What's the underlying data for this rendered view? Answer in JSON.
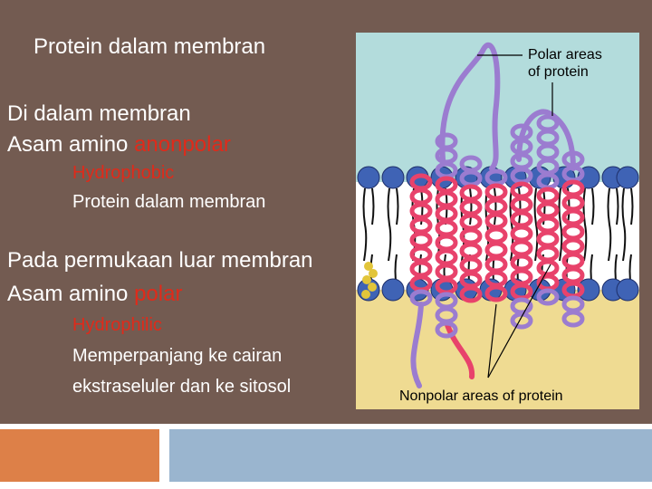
{
  "slide": {
    "title": "Protein dalam membran",
    "section1": {
      "heading": "Di dalam membran",
      "line_prefix": "Asam amino ",
      "line_highlight": "anonpolar",
      "sub1": "Hydrophobic",
      "sub2": "Protein dalam membran"
    },
    "section2": {
      "heading": "Pada permukaan luar membran",
      "line_prefix": "Asam amino ",
      "line_highlight": "polar",
      "sub1": "Hydrophilic",
      "sub2": "Memperpanjang ke cairan",
      "sub3": "ekstraseluler dan ke sitosol"
    }
  },
  "figure": {
    "label_polar_line1": "Polar areas",
    "label_polar_line2": "of protein",
    "label_nonpolar": "Nonpolar areas of protein"
  },
  "colors": {
    "background": "#735b51",
    "highlight": "#e02a1a",
    "footer_left": "#dd8048",
    "footer_right": "#9ab5cf",
    "helix_polar": "#9b7cd0",
    "helix_nonpolar": "#e8426b",
    "head_group": "#3f63b5"
  }
}
